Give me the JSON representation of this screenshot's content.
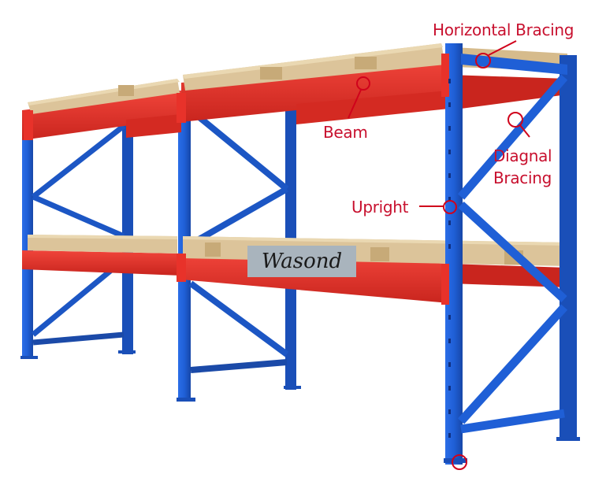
{
  "diagram": {
    "subject": "Pallet Rack",
    "colors": {
      "upright": "#1f5fd6",
      "upright_dark": "#1747a8",
      "beam": "#e8322a",
      "beam_dark": "#b81f1a",
      "pallet": "#dcc49a",
      "pallet_dark": "#b89a68",
      "annotation": "#c8102e",
      "brand_box": "#a9b4bd"
    },
    "labels": [
      {
        "id": "horizontal-bracing",
        "text": "Horizontal Bracing"
      },
      {
        "id": "beam",
        "text": "Beam"
      },
      {
        "id": "diagnal-bracing-line1",
        "text": "Diagnal"
      },
      {
        "id": "diagnal-bracing-line2",
        "text": "Bracing"
      },
      {
        "id": "upright",
        "text": "Upright"
      }
    ],
    "brand": "Wasond"
  }
}
